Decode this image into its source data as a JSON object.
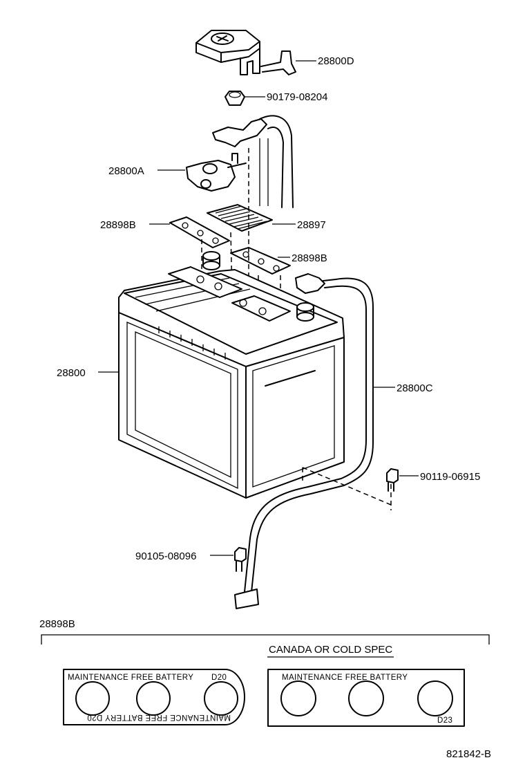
{
  "labels": {
    "p28800D": "28800D",
    "p90179": "90179-08204",
    "p28800A": "28800A",
    "p28898B_left": "28898B",
    "p28897": "28897",
    "p28898B_right": "28898B",
    "p28800": "28800",
    "p28800C": "28800C",
    "p90119": "90119-06915",
    "p90105": "90105-08096"
  },
  "label_section": {
    "part_number": "28898B",
    "canada_spec": "CANADA OR COLD SPEC",
    "left_label_top": "MAINTENANCE FREE BATTERY",
    "left_label_code": "D20",
    "left_label_bottom": "MAINTENANCE FREE BATTERY D20",
    "right_label_top": "MAINTENANCE FREE BATTERY",
    "right_label_code": "D23"
  },
  "figure_id": "821842-B"
}
